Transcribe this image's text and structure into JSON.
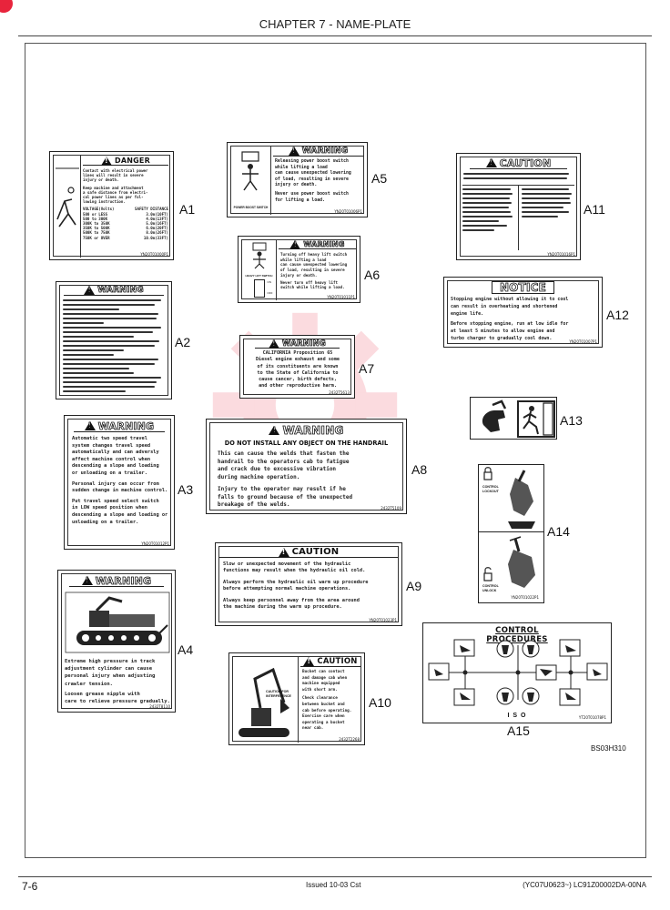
{
  "header": {
    "title": "CHAPTER 7 - NAME-PLATE"
  },
  "footer": {
    "page": "7-6",
    "issued": "Issued 10-03   Cst",
    "ref": "(YC07U0623~)   LC91Z00002DA-00NA"
  },
  "figure_code": "BS03H310",
  "plates": {
    "A1": {
      "label": "A1",
      "signal": "DANGER",
      "lines": [
        "Contact with electrical power",
        "lines will result in severe",
        "injury or death.",
        "Keep machine and attachment",
        "a safe distance from electri-",
        "cal power lines as per fol-",
        "lowing instruction."
      ],
      "table_head": [
        "VOLTAGE(Volts)",
        "SAFETY DISTANCE"
      ],
      "table_rows": [
        [
          "500 or LESS",
          "3.0m(10FT)"
        ],
        [
          "500 to 300K",
          "4.0m(13FT)"
        ],
        [
          "300K to 350K",
          "5.0m(16FT)"
        ],
        [
          "350K to 500K",
          "6.0m(20FT)"
        ],
        [
          "500K to 750K",
          "8.0m(26FT)"
        ],
        [
          "750K or OVER",
          "10.0m(33FT)"
        ]
      ],
      "code": "YN20T01000P1"
    },
    "A2": {
      "label": "A2",
      "signal": "WARNING"
    },
    "A3": {
      "label": "A3",
      "signal": "WARNING",
      "lines": [
        "Automatic two speed travel",
        "system changes travel speed",
        "automatically and can adversly",
        "affect machine control when",
        "descending a slope and loading",
        "or unloading on a trailer.",
        "Personal injury can occur from",
        "sudden change in machine control.",
        "Put travel speed select switch",
        "in LOW speed position when",
        "descending a slope and loading or",
        "unloading on a trailer."
      ],
      "code": "YN20T01012P1"
    },
    "A4": {
      "label": "A4",
      "signal": "WARNING",
      "lines": [
        "Extreme high pressure in track",
        "adjustment cylinder can cause",
        "personal injury when adjusting",
        "crawler tension.",
        "Loosen grease nipple with",
        "care to relieve pressure gradually."
      ],
      "code": "2432T8110"
    },
    "A5": {
      "label": "A5",
      "signal": "WARNING",
      "switch_label": "POWER BOOST SWITCH",
      "lines": [
        "Releasing power boost switch",
        "while lifting a load",
        "can cause unexpected lowering",
        "of load, resulting in severe",
        "injury or death.",
        "Never use power boost switch",
        "for lifting a load."
      ],
      "code": "YN20T01006P1"
    },
    "A6": {
      "label": "A6",
      "signal": "WARNING",
      "switch_label": "HEAVY LIFT SWITCH",
      "on": "ON",
      "off": "OFF",
      "lines": [
        "Turning off heavy lift switch",
        "while lifting a load",
        "can cause unexpected lowering",
        "of load, resulting in severe",
        "injury or death.",
        "Never turn off heavy lift",
        "switch while lifting a load."
      ],
      "code": "YN20T01011P1"
    },
    "A7": {
      "label": "A7",
      "signal": "WARNING",
      "lines": [
        "CALIFORNIA Proposition 65",
        "Diesel engine exhaust and some",
        "of its constituents are known",
        "to the State of California to",
        "cause cancer, birth defects,",
        "and other reproductive harm."
      ],
      "code": "2432T5613"
    },
    "A8": {
      "label": "A8",
      "signal": "WARNING",
      "title": "DO NOT INSTALL ANY OBJECT ON THE HANDRAIL",
      "lines": [
        "This can cause the welds that fasten the",
        "handrail to the operators cab to fatigue",
        "and crack due to excessive vibration",
        "during machine operation.",
        "Injury to the operator may result if he",
        "falls to ground because of the unexpected",
        "breakage of the welds."
      ],
      "code": "2432T5109"
    },
    "A9": {
      "label": "A9",
      "signal": "CAUTION",
      "lines": [
        "Slow or unexpected movement of the hydraulic",
        "functions may result when the hydraulic oil cold.",
        "Always perform the hydraulic oil warm up procedure",
        "before attempting normal machine operations.",
        "Always keep personnel away from the area around",
        "the machine during the warm up procedure."
      ],
      "code": "YN20T01023P1"
    },
    "A10": {
      "label": "A10",
      "signal": "CAUTION",
      "caution_tag": "CAUTION FOR INTERFERENCE",
      "lines": [
        "Bucket can contact",
        "and damage cab when",
        "machine equipped",
        "with short arm.",
        "Check clearance",
        "between bucket and",
        "cab before operating.",
        "Exercise care when",
        "operating a bucket",
        "near cab."
      ],
      "code": "2432T2268"
    },
    "A11": {
      "label": "A11",
      "signal": "CAUTION",
      "code": "YN20T01016P1"
    },
    "A12": {
      "label": "A12",
      "signal": "NOTICE",
      "lines": [
        "Stopping engine without allowing it to cool",
        "can result in overheating and shortened",
        "engine life.",
        "Before stopping engine, run at low idle for",
        "at least 5 minutes to allow engine and",
        "turbo charger to gradually cool down."
      ],
      "code": "YN20T01007P1"
    },
    "A13": {
      "label": "A13"
    },
    "A14": {
      "label": "A14",
      "lockout": "CONTROL LOCKOUT",
      "unlock": "CONTROL UNLOCK",
      "code": "YN20T01022P1"
    },
    "A15": {
      "label": "A15",
      "title": "CONTROL PROCEDURES",
      "iso": "I S O",
      "code": "YT20T01078P1"
    }
  }
}
